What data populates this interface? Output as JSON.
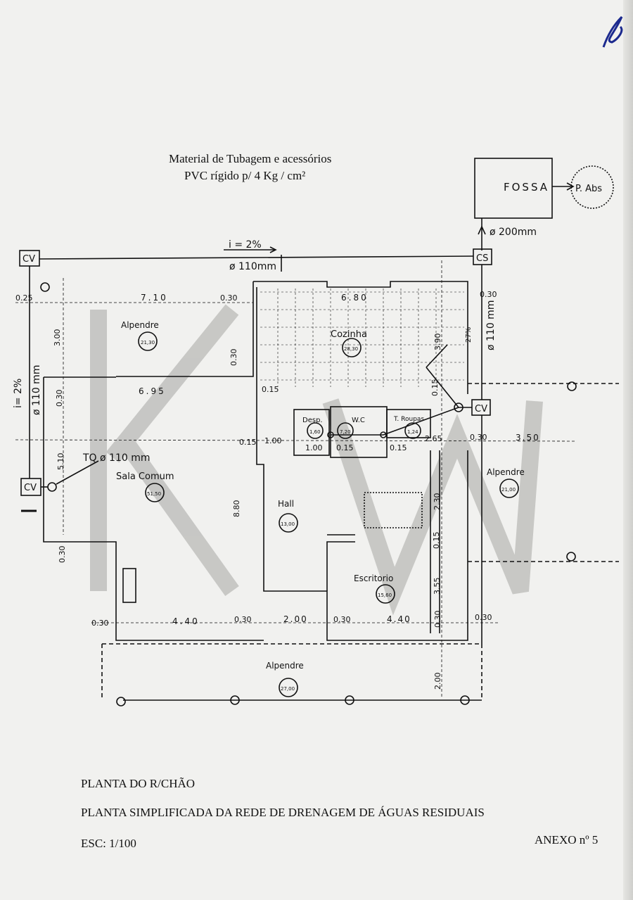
{
  "header": {
    "material_line1": "Material de Tubagem e acessórios",
    "material_line2": "PVC rígido p/ 4 Kg / cm²"
  },
  "plan": {
    "fossa": "FOSSA",
    "pabs": "P. Abs",
    "pipe_200": "ø 200mm",
    "pipe_110_top": "ø 110mm",
    "pipe_110_right": "ø 110 mm",
    "pipe_110_left": "ø 110 mm",
    "slope_top": "i = 2%",
    "slope_left": "i= 2%",
    "tq": "TQ ø 110 mm",
    "cv_top_left": "CV",
    "cv_left": "CV",
    "cv_right": "CV",
    "cs": "CS",
    "rooms": [
      {
        "name": "Alpendre",
        "area": "21,30"
      },
      {
        "name": "Cozinha",
        "area": "28,30"
      },
      {
        "name": "Sala Comum",
        "area": "51,50"
      },
      {
        "name": "Hall",
        "area": "13,00"
      },
      {
        "name": "Escritorio",
        "area": "15,60"
      },
      {
        "name": "Alpendre",
        "area": "21,00"
      },
      {
        "name": "Alpendre",
        "area": "27,00"
      },
      {
        "name": "Desp.",
        "area": "1,60"
      },
      {
        "name": "W.C",
        "area": "7,20"
      },
      {
        "name": "T. Roupas",
        "area": "1,24"
      }
    ],
    "dims": {
      "d_025": "0.25",
      "d_710": "7.10",
      "d_030a": "0.30",
      "d_680": "6.80",
      "d_030b": "0.30",
      "d_300": "3.00",
      "d_030c": "0.30",
      "d_695": "6.95",
      "d_015a": "0.15",
      "d_030d": "0.30",
      "d_510": "5.10",
      "d_015b": "0.15",
      "d_100a": "1.00",
      "d_100b": "1.00",
      "d_015c": "0.15",
      "d_015d": "0.15",
      "d_265": "2.65",
      "d_030e": "0.30",
      "d_350": "3.50",
      "d_880": "8.80",
      "d_230": "2.30",
      "d_015e": "0.15",
      "d_355": "3.55",
      "d_030f": "0.30",
      "d_440a": "4.40",
      "d_030g": "0.30",
      "d_200": "2.00",
      "d_030h": "0.30",
      "d_440b": "4.40",
      "d_030i": "0.30",
      "d_030j": "0.30",
      "d_200b": "2.00",
      "d_030k": "0.30",
      "d_390": "3.90",
      "d_015f": "0.15",
      "d_027": "27%"
    }
  },
  "footer": {
    "line1": "PLANTA DO R/CHÃO",
    "line2": "PLANTA SIMPLIFICADA DA REDE DE DRENAGEM DE ÁGUAS RESIDUAIS",
    "scale": "ESC:   1/100",
    "annex": "ANEXO nº 5"
  }
}
